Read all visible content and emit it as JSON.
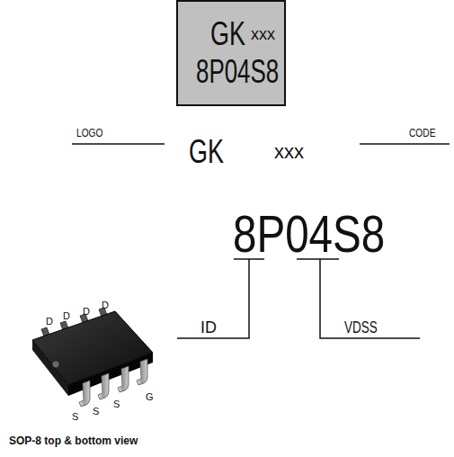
{
  "diagram": {
    "caption": "SOP-8 top & bottom view",
    "nodes": [
      {
        "text": [
          "GK",
          "xxx",
          "8P04S8"
        ]
      }
    ],
    "labels": [
      "LOGO",
      "GK",
      "xxx",
      "CODE",
      "8P04S8",
      "ID",
      "VDSS",
      "D",
      "D",
      "D",
      "D",
      "S",
      "S",
      "S",
      "G"
    ]
  }
}
